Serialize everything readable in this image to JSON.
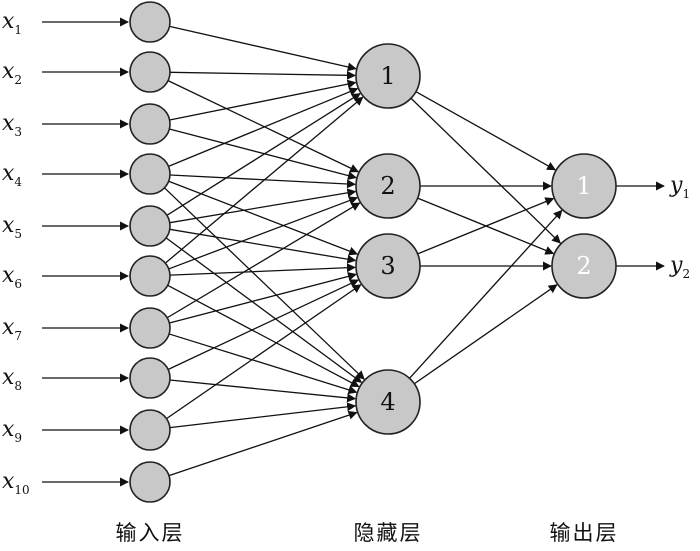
{
  "input_layer": {
    "label": "输入层",
    "variable": "x",
    "subscripts": [
      "1",
      "2",
      "3",
      "4",
      "5",
      "6",
      "7",
      "8",
      "9",
      "10"
    ]
  },
  "hidden_layer": {
    "label": "隐藏层",
    "nodes": [
      "1",
      "2",
      "3",
      "4"
    ]
  },
  "output_layer": {
    "label": "输出层",
    "nodes": [
      "1",
      "2"
    ],
    "variable": "y",
    "subscripts": [
      "1",
      "2"
    ]
  },
  "connections": {
    "input_to_hidden": [
      [
        1,
        1
      ],
      [
        2,
        1
      ],
      [
        2,
        2
      ],
      [
        3,
        1
      ],
      [
        3,
        2
      ],
      [
        4,
        1
      ],
      [
        4,
        2
      ],
      [
        4,
        3
      ],
      [
        4,
        4
      ],
      [
        5,
        1
      ],
      [
        5,
        2
      ],
      [
        5,
        3
      ],
      [
        5,
        4
      ],
      [
        6,
        1
      ],
      [
        6,
        2
      ],
      [
        6,
        3
      ],
      [
        6,
        4
      ],
      [
        7,
        2
      ],
      [
        7,
        3
      ],
      [
        7,
        4
      ],
      [
        8,
        3
      ],
      [
        8,
        4
      ],
      [
        9,
        3
      ],
      [
        9,
        4
      ],
      [
        10,
        4
      ]
    ],
    "hidden_to_output": [
      [
        1,
        1
      ],
      [
        1,
        2
      ],
      [
        2,
        1
      ],
      [
        2,
        2
      ],
      [
        3,
        1
      ],
      [
        3,
        2
      ],
      [
        4,
        1
      ],
      [
        4,
        2
      ]
    ]
  }
}
